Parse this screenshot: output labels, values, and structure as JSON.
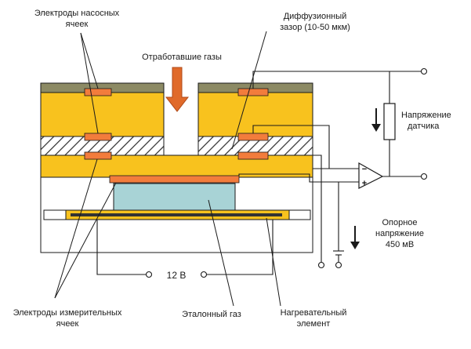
{
  "labels": {
    "pump_electrodes": [
      "Электроды насосных",
      "ячеек"
    ],
    "diffusion_gap": [
      "Диффузионный",
      "зазор (10-50 мкм)"
    ],
    "exhaust_gases": "Отработавшие газы",
    "sensor_voltage": [
      "Напряжение",
      "датчика"
    ],
    "reference_voltage": [
      "Опорное",
      "напряжение",
      "450 мВ"
    ],
    "heater_voltage": "12 В",
    "measuring_electrodes": [
      "Электроды измерительных",
      "ячеек"
    ],
    "reference_gas": "Эталонный газ",
    "heating_element": [
      "Нагревательный",
      "элемент"
    ],
    "opamp_minus": "−",
    "opamp_plus": "+"
  },
  "colors": {
    "ceramic": "#F8C21E",
    "electrode": "#F27C3C",
    "top_cap": "#8C8A64",
    "reference_gas_chamber": "#A8D3D6",
    "heater": "#333333",
    "arrow": "#E06A2A",
    "lines": "#1a1a1a",
    "hatch": "#333333"
  },
  "icons": {
    "exhaust_arrow": "down-arrow-icon",
    "sensor_voltage_arrow": "down-arrow-icon",
    "reference_voltage_arrow": "down-arrow-icon",
    "amplifier": "op-amp-icon",
    "resistor": "resistor-icon",
    "capacitor": "capacitor-icon",
    "terminals": "terminal-circle-icon"
  }
}
